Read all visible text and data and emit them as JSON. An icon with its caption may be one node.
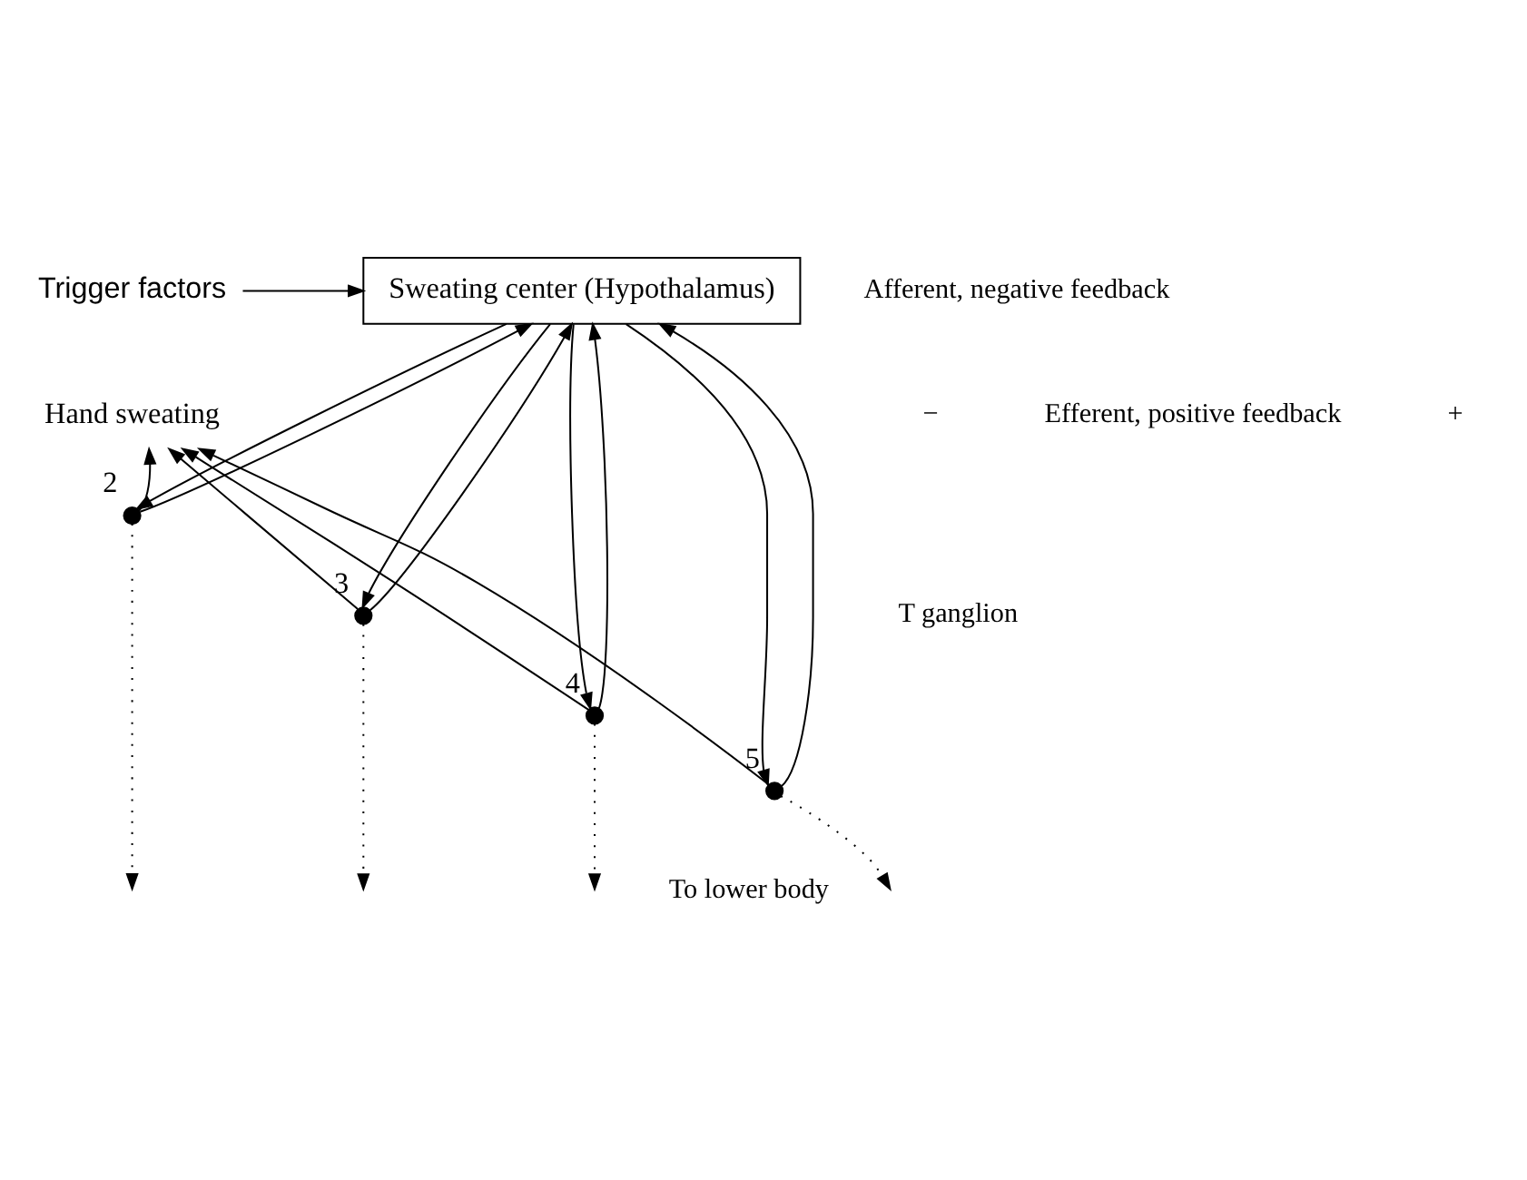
{
  "diagram": {
    "nodes": [
      {
        "text": [
          "Trigger factors"
        ]
      },
      {
        "text": [
          "Sweating center (Hypothalamus)"
        ]
      },
      {
        "text": [],
        "shape": "circle",
        "beside": [
          "2"
        ]
      },
      {
        "text": [],
        "shape": "circle",
        "beside": [
          "3"
        ]
      },
      {
        "text": [],
        "shape": "circle",
        "beside": [
          "4"
        ]
      },
      {
        "text": [],
        "shape": "circle",
        "beside": [
          "5"
        ]
      },
      {
        "text": [
          "Hand sweating"
        ]
      }
    ],
    "edges": [
      {
        "from": 0,
        "to": 1,
        "arrow": "to"
      },
      {
        "from": 1,
        "to": 2,
        "arrow": "to"
      },
      {
        "from": 1,
        "to": 3,
        "arrow": "to"
      },
      {
        "from": 1,
        "to": 4,
        "arrow": "to"
      },
      {
        "from": 1,
        "to": 5,
        "arrow": "to"
      },
      {
        "from": 2,
        "to": 1,
        "arrow": "to"
      },
      {
        "from": 3,
        "to": 1,
        "arrow": "to"
      },
      {
        "from": 4,
        "to": 1,
        "arrow": "to"
      },
      {
        "from": 5,
        "to": 1,
        "arrow": "to"
      },
      {
        "from": 2,
        "to": 6,
        "arrow": "to"
      },
      {
        "from": 3,
        "to": 6,
        "arrow": "to"
      },
      {
        "from": 4,
        "to": 6,
        "arrow": "to"
      },
      {
        "from": 5,
        "to": 6,
        "arrow": "to"
      },
      {
        "from": 2,
        "to": null,
        "arrow": "to",
        "style": "dashed"
      },
      {
        "from": 3,
        "to": null,
        "arrow": "to",
        "style": "dashed"
      },
      {
        "from": 4,
        "to": null,
        "arrow": "to",
        "style": "dashed"
      },
      {
        "from": 5,
        "to": null,
        "arrow": "to",
        "style": "dashed"
      }
    ],
    "labels": [
      "Afferent, negative feedback",
      "−",
      "Efferent, positive feedback",
      "+",
      "T ganglion",
      "To lower body"
    ]
  }
}
